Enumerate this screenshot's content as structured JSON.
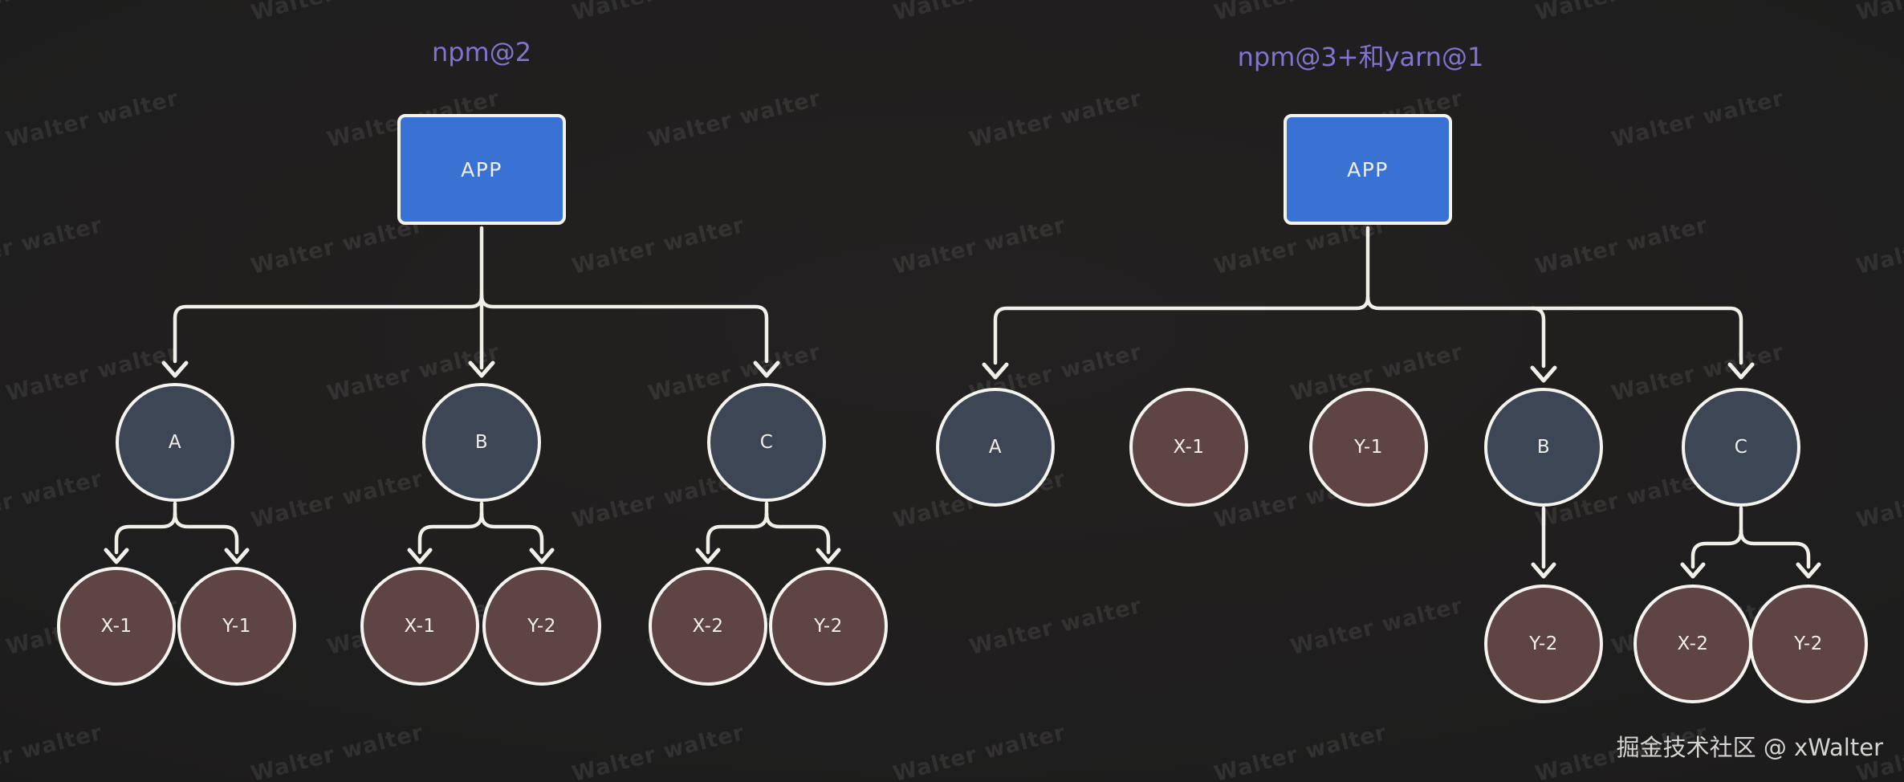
{
  "watermark": {
    "text": "Walter walter"
  },
  "footer": {
    "text": "掘金技术社区 @ xWalter"
  },
  "colors": {
    "background": "#1e1d1d",
    "title_purple": "#8173d0",
    "app_blue": "#3a72d4",
    "package_slate": "#3d4654",
    "package_brown": "#5e4443",
    "line_white": "#f2efe9"
  },
  "trees": {
    "left": {
      "title": "npm@2",
      "root_label": "APP",
      "level1": [
        "A",
        "B",
        "C"
      ],
      "level2": [
        "X-1",
        "Y-1",
        "X-1",
        "Y-2",
        "X-2",
        "Y-2"
      ],
      "edges": [
        "APP→A",
        "APP→B",
        "APP→C",
        "A→X-1",
        "A→Y-1",
        "B→X-1",
        "B→Y-2",
        "C→X-2",
        "C→Y-2"
      ]
    },
    "right": {
      "title": "npm@3+和yarn@1",
      "root_label": "APP",
      "level1": [
        "A",
        "X-1",
        "Y-1",
        "B",
        "C"
      ],
      "level2": [
        "Y-2",
        "X-2",
        "Y-2"
      ],
      "edges": [
        "APP→A",
        "APP→B",
        "APP→C",
        "B→Y-2",
        "C→X-2",
        "C→Y-2"
      ]
    }
  }
}
